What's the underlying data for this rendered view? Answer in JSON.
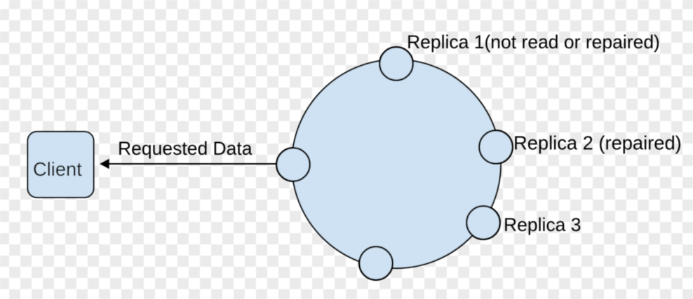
{
  "diagram": {
    "client_label": "Client",
    "arrow_label": "Requested Data",
    "replica1_label": "Replica 1(not read or repaired)",
    "replica2_label": "Replica 2 (repaired)",
    "replica3_label": "Replica 3"
  },
  "colors": {
    "shape_fill": "#cfe2f3",
    "shape_stroke": "#000000",
    "text_color": "#000000",
    "checker_gray": "#ebebeb",
    "checker_white": "#ffffff"
  }
}
